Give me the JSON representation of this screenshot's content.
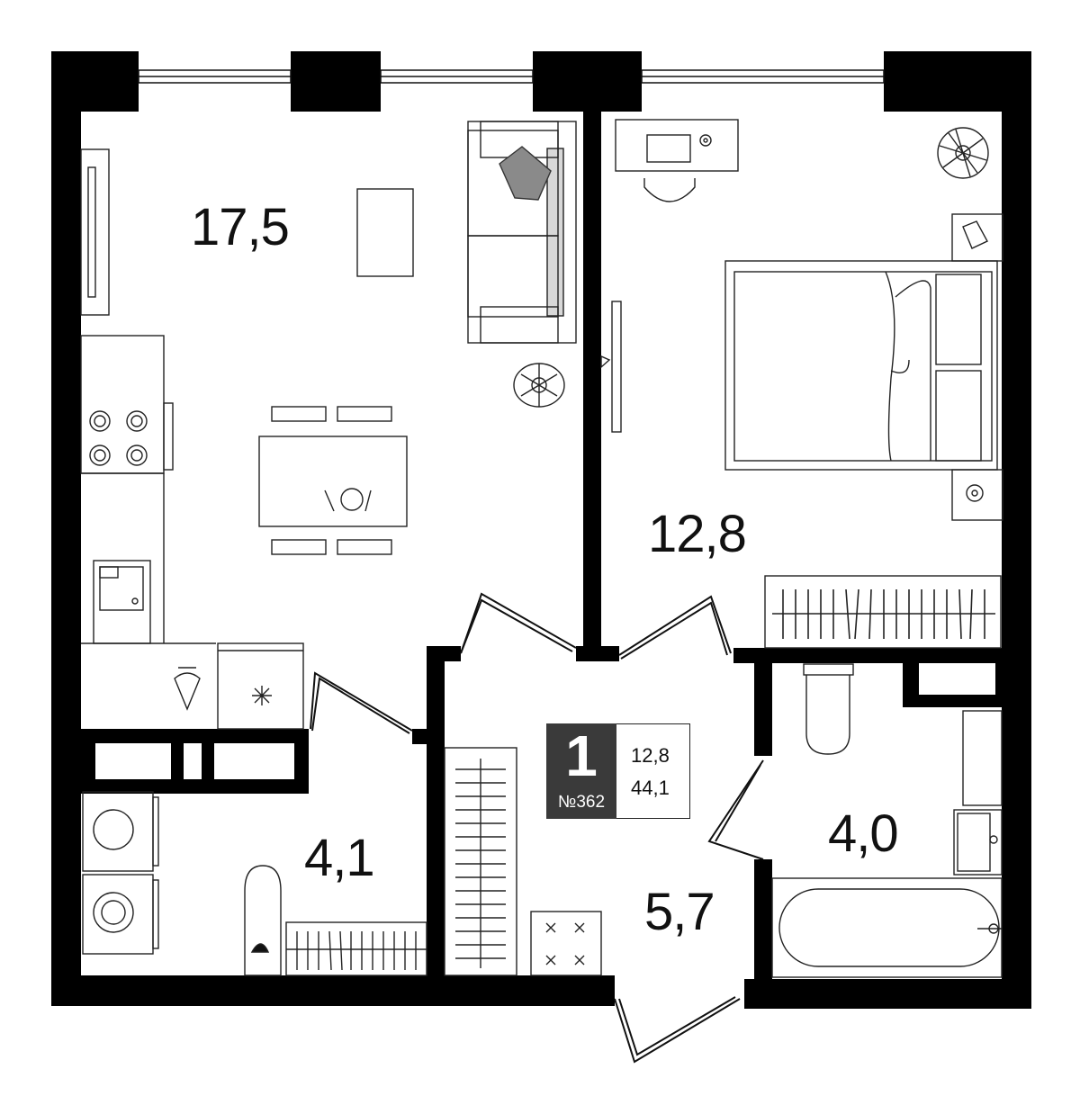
{
  "rooms": [
    {
      "id": "kitchen-living",
      "area": "17,5"
    },
    {
      "id": "bedroom",
      "area": "12,8"
    },
    {
      "id": "storage",
      "area": "4,1"
    },
    {
      "id": "hallway",
      "area": "5,7"
    },
    {
      "id": "bathroom",
      "area": "4,0"
    }
  ],
  "summary": {
    "rooms_count": "1",
    "apartment_number": "№362",
    "living_area": "12,8",
    "total_area": "44,1"
  },
  "colors": {
    "wall": "#000000",
    "furniture_line": "#222222",
    "badge_bg": "#3a3a3a",
    "sofa_fill": "#d8d8d8"
  }
}
